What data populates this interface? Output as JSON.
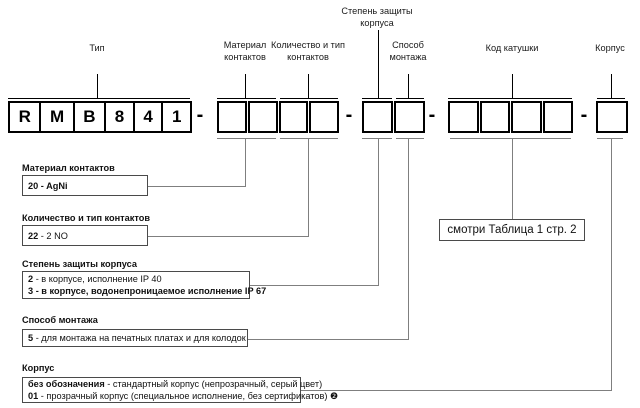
{
  "header": {
    "type": "Тип",
    "contact_material": [
      "Материал",
      "контактов"
    ],
    "contact_count": [
      "Количество и тип",
      "контактов"
    ],
    "protection": [
      "Степень защиты",
      "корпуса"
    ],
    "mounting": [
      "Способ",
      "монтажа"
    ],
    "coil_code": "Код катушки",
    "housing": "Корпус"
  },
  "code": {
    "type_cells": [
      "R",
      "M",
      "B",
      "8",
      "4",
      "1"
    ],
    "separator": "-"
  },
  "legend": {
    "contact_material": {
      "heading": "Материал контактов",
      "entries": [
        {
          "code": "20",
          "desc": "- AgNi"
        }
      ]
    },
    "contact_count": {
      "heading": "Количество и тип контактов",
      "entries": [
        {
          "code": "22",
          "desc": "- 2 NO"
        }
      ]
    },
    "protection": {
      "heading": "Степень защиты корпуса",
      "entries": [
        {
          "code": "2",
          "desc": "- в корпусе, исполнение IP 40"
        },
        {
          "code": "3",
          "desc": "- в корпусе, водонепроницаемое исполнение IP 67"
        }
      ]
    },
    "mounting": {
      "heading": "Способ монтажа",
      "entries": [
        {
          "code": "5",
          "desc": "- для монтажа на печатных платах и для колодок"
        }
      ]
    },
    "housing": {
      "heading": "Корпус",
      "entries": [
        {
          "code": "без обозначения",
          "desc": "- стандартный корпус (непрозрачный, серый цвет)"
        },
        {
          "code": "01",
          "desc": "- прозрачный корпус (специальное исполнение, без сертификатов) ❷"
        }
      ]
    },
    "coil_reference": "смотри Таблица 1  стр. 2"
  },
  "colors": {
    "line_black": "#000000",
    "line_gray": "#7f7f7f",
    "box_border": "#4a4a4a"
  }
}
